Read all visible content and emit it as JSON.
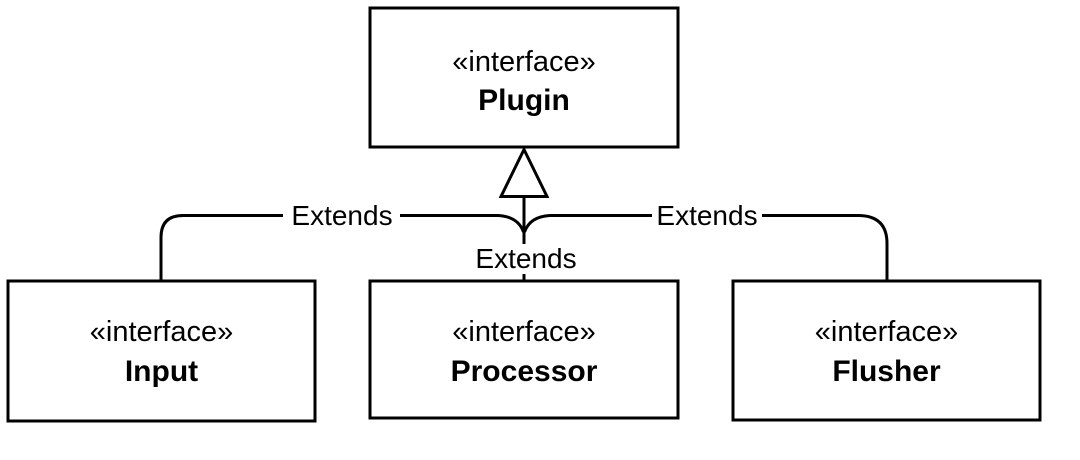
{
  "diagram": {
    "background_color": "#ffffff",
    "stroke_color": "#000000",
    "nodes": {
      "plugin": {
        "stereotype": "«interface»",
        "name": "Plugin"
      },
      "input": {
        "stereotype": "«interface»",
        "name": "Input"
      },
      "processor": {
        "stereotype": "«interface»",
        "name": "Processor"
      },
      "flusher": {
        "stereotype": "«interface»",
        "name": "Flusher"
      }
    },
    "edges": {
      "input_extends_plugin": {
        "label": "Extends"
      },
      "processor_extends_plugin": {
        "label": "Extends"
      },
      "flusher_extends_plugin": {
        "label": "Extends"
      }
    }
  }
}
